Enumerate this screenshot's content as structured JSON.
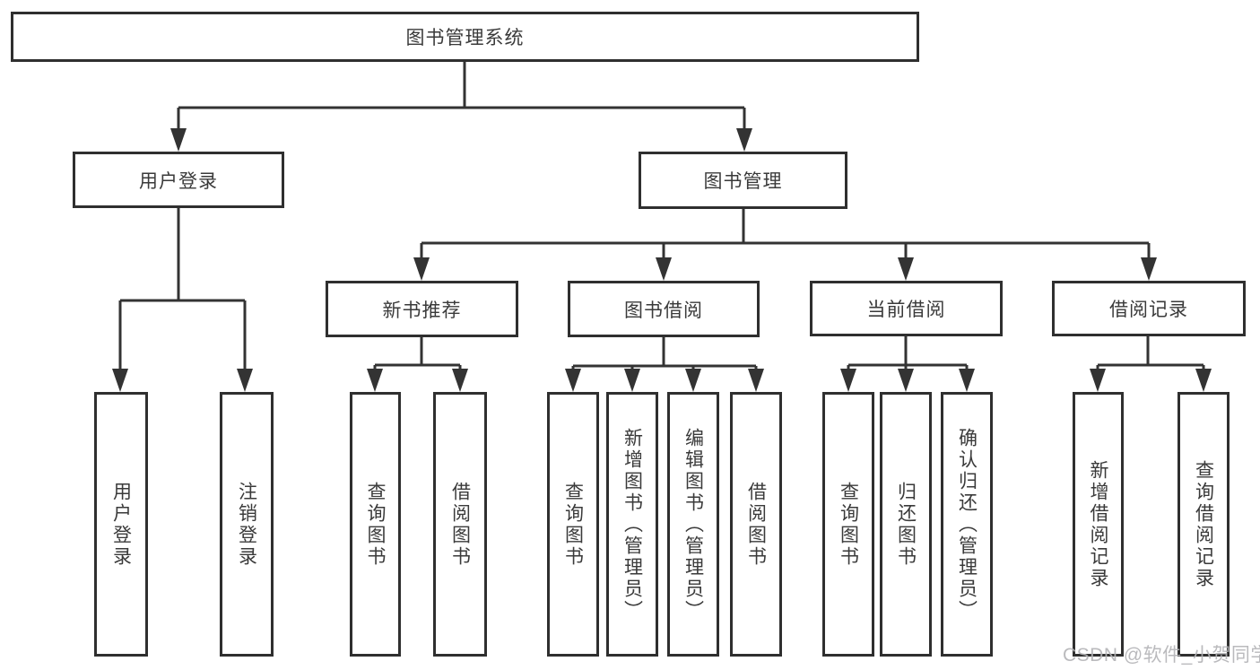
{
  "diagram": {
    "title": "图书管理系统",
    "level2": [
      {
        "id": "user-login",
        "label": "用户登录"
      },
      {
        "id": "book-management",
        "label": "图书管理"
      }
    ],
    "level3": [
      {
        "id": "new-book-recommend",
        "label": "新书推荐",
        "parent": "book-management"
      },
      {
        "id": "book-borrow",
        "label": "图书借阅",
        "parent": "book-management"
      },
      {
        "id": "current-borrow",
        "label": "当前借阅",
        "parent": "book-management"
      },
      {
        "id": "borrow-records",
        "label": "借阅记录",
        "parent": "book-management"
      }
    ],
    "leaves": [
      {
        "parent": "user-login",
        "label": "用户登录"
      },
      {
        "parent": "user-login",
        "label": "注销登录"
      },
      {
        "parent": "new-book-recommend",
        "label": "查询图书"
      },
      {
        "parent": "new-book-recommend",
        "label": "借阅图书"
      },
      {
        "parent": "book-borrow",
        "label": "查询图书"
      },
      {
        "parent": "book-borrow",
        "label": "新增图书（管理员）"
      },
      {
        "parent": "book-borrow",
        "label": "编辑图书（管理员）"
      },
      {
        "parent": "book-borrow",
        "label": "借阅图书"
      },
      {
        "parent": "current-borrow",
        "label": "查询图书"
      },
      {
        "parent": "current-borrow",
        "label": "归还图书"
      },
      {
        "parent": "current-borrow",
        "label": "确认归还（管理员）"
      },
      {
        "parent": "borrow-records",
        "label": "新增借阅记录"
      },
      {
        "parent": "borrow-records",
        "label": "查询借阅记录"
      }
    ],
    "colors": {
      "line": "#333333",
      "box_border": "#2f2f2f",
      "text": "#3a3a3a",
      "watermark": "#b3b3b6",
      "background": "#ffffff"
    }
  },
  "watermark": "CSDN @软件_小贺同学"
}
